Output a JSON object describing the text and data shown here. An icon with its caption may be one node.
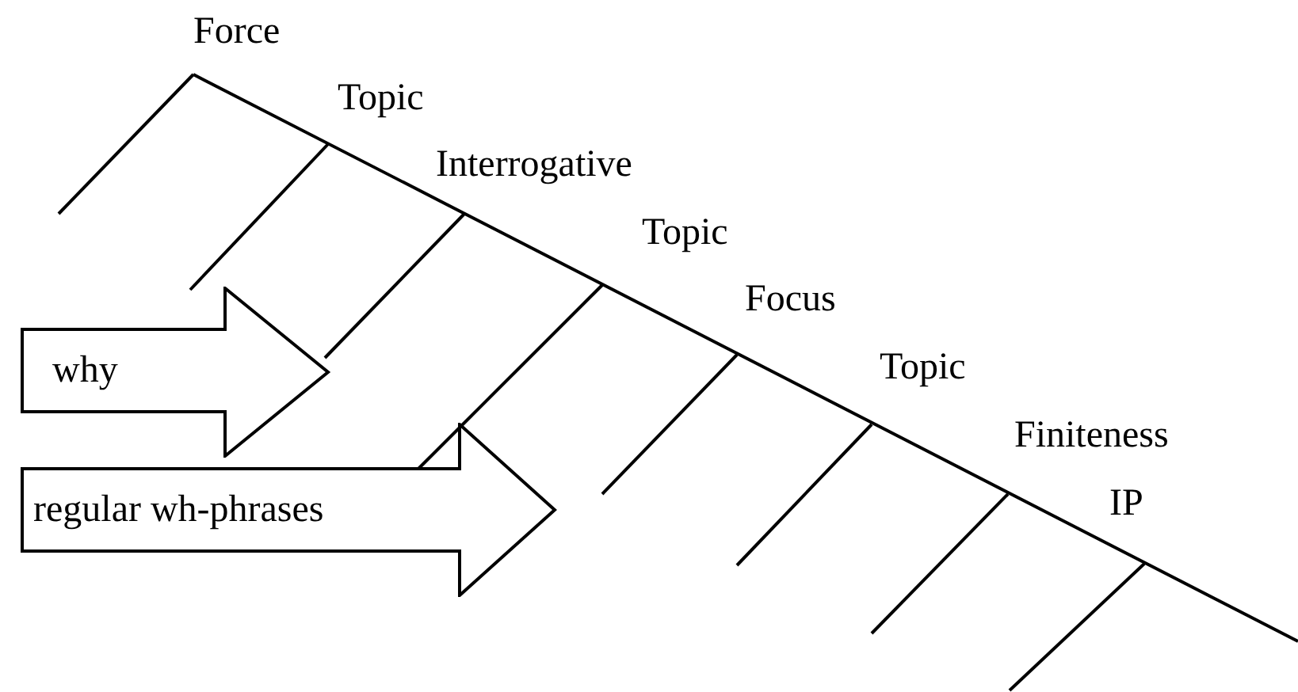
{
  "diagram": {
    "nodes": [
      {
        "text": [
          "why"
        ]
      },
      {
        "text": [
          "regular wh-phrases"
        ]
      }
    ],
    "labels": [
      "Force",
      "Topic",
      "Interrogative",
      "Topic",
      "Focus",
      "Topic",
      "Finiteness",
      "IP"
    ]
  }
}
